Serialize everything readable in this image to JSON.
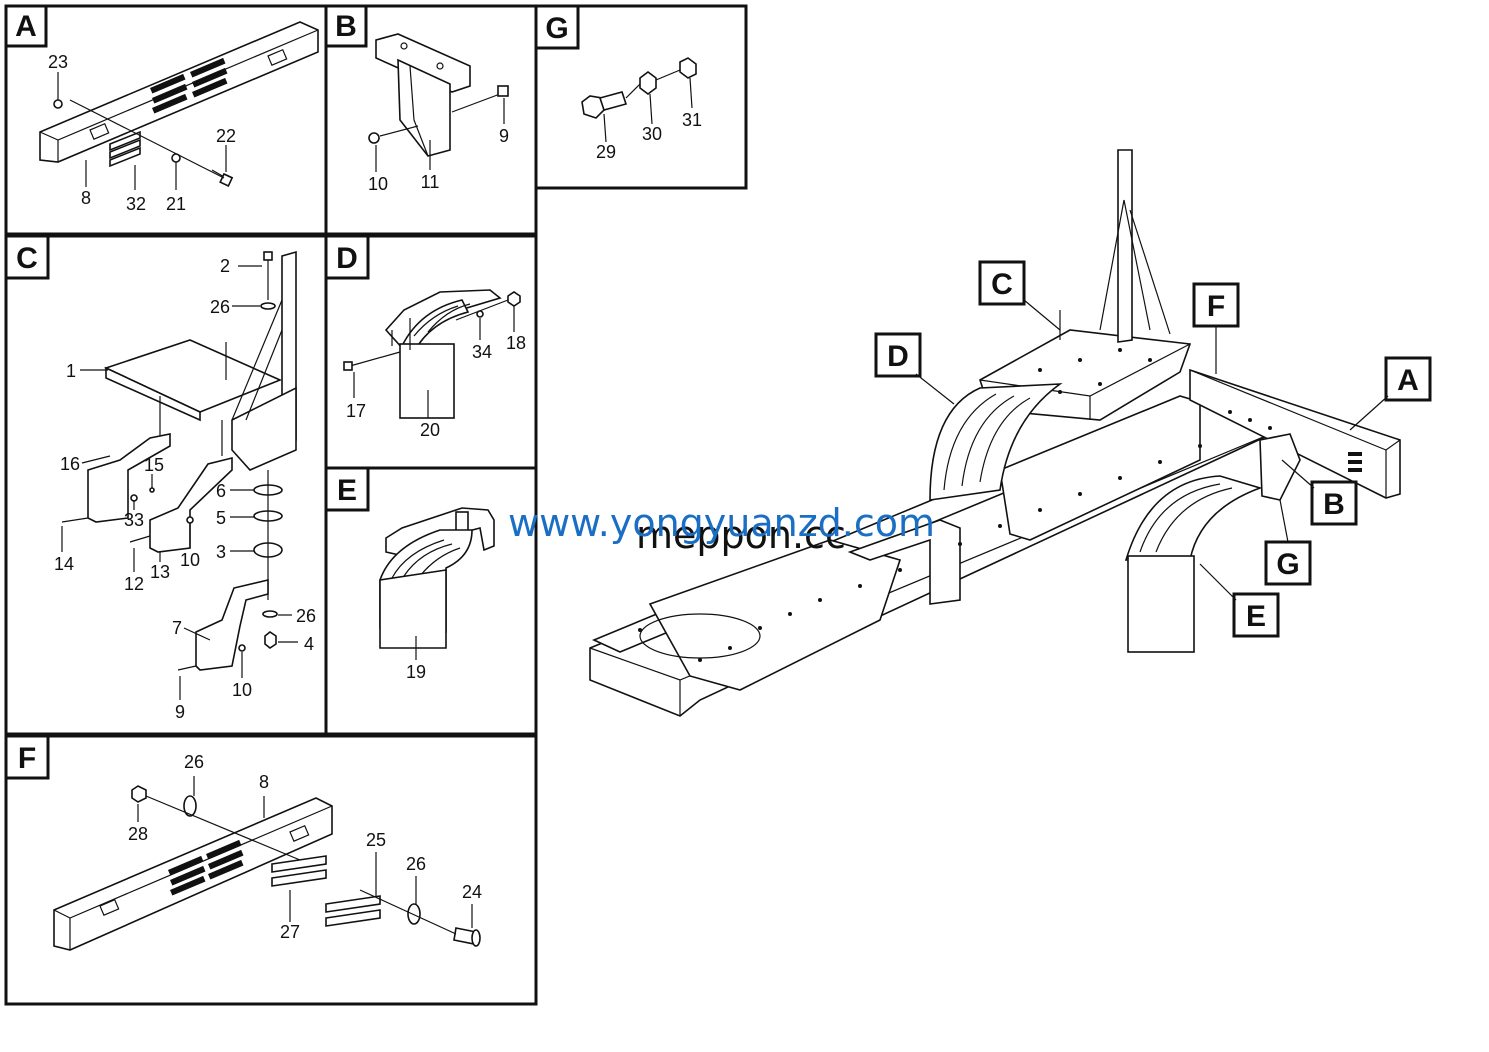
{
  "panels": {
    "A": {
      "label": "A",
      "callouts": [
        "23",
        "22",
        "8",
        "32",
        "21"
      ]
    },
    "B": {
      "label": "B",
      "callouts": [
        "9",
        "10",
        "11"
      ]
    },
    "G": {
      "label": "G",
      "callouts": [
        "29",
        "30",
        "31"
      ]
    },
    "C": {
      "label": "C",
      "callouts": [
        "2",
        "26",
        "1",
        "16",
        "15",
        "33",
        "14",
        "13",
        "12",
        "10",
        "6",
        "5",
        "3",
        "26",
        "4",
        "7",
        "9",
        "10"
      ]
    },
    "D": {
      "label": "D",
      "callouts": [
        "34",
        "18",
        "17",
        "20"
      ]
    },
    "E": {
      "label": "E",
      "callouts": [
        "19"
      ]
    },
    "F": {
      "label": "F",
      "callouts": [
        "26",
        "8",
        "28",
        "25",
        "26",
        "24",
        "27"
      ]
    }
  },
  "overview": {
    "labels": [
      "C",
      "F",
      "D",
      "A",
      "B",
      "G",
      "E"
    ]
  },
  "watermark": {
    "primary": "www.yongyuanzd.com",
    "secondary": "meppon.cc",
    "primary_color": "#1a6fc4",
    "secondary_color": "#111111"
  }
}
